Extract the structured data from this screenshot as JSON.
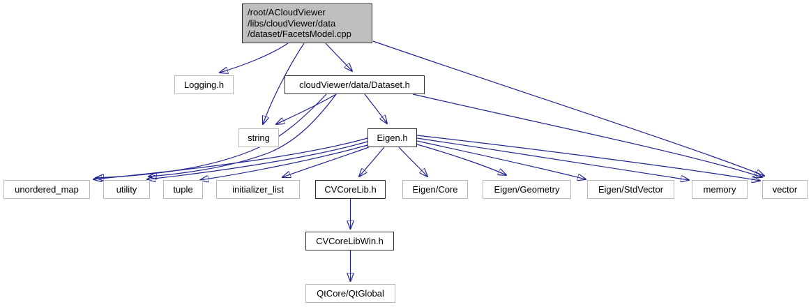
{
  "diagram": {
    "type": "include-dependency-graph",
    "description": "Doxygen include graph for /root/ACloudViewer/libs/cloudViewer/data/dataset/FacetsModel.cpp"
  },
  "colors": {
    "edge": "#1f2390",
    "root_node_fill": "#bfbfbf",
    "linked_node_border": "#2e2e2e",
    "plain_node_border": "#b9b9b9",
    "node_fill": "#ffffff",
    "text": "#000000"
  },
  "nodes": {
    "root": {
      "label": "/root/ACloudViewer\n/libs/cloudViewer/data\n/dataset/FacetsModel.cpp"
    },
    "logging": {
      "label": "Logging.h"
    },
    "dataset": {
      "label": "cloudViewer/data/Dataset.h"
    },
    "string": {
      "label": "string"
    },
    "eigen": {
      "label": "Eigen.h"
    },
    "unordered_map": {
      "label": "unordered_map"
    },
    "utility": {
      "label": "utility"
    },
    "tuple": {
      "label": "tuple"
    },
    "initializer_list": {
      "label": "initializer_list"
    },
    "cvcorelib": {
      "label": "CVCoreLib.h"
    },
    "eigen_core": {
      "label": "Eigen/Core"
    },
    "eigen_geometry": {
      "label": "Eigen/Geometry"
    },
    "eigen_stdvector": {
      "label": "Eigen/StdVector"
    },
    "memory": {
      "label": "memory"
    },
    "vector": {
      "label": "vector"
    },
    "cvcorelibwin": {
      "label": "CVCoreLibWin.h"
    },
    "qtglobal": {
      "label": "QtCore/QtGlobal"
    }
  },
  "edges": [
    {
      "from": "root",
      "to": "logging"
    },
    {
      "from": "root",
      "to": "dataset"
    },
    {
      "from": "root",
      "to": "string"
    },
    {
      "from": "root",
      "to": "vector"
    },
    {
      "from": "dataset",
      "to": "string"
    },
    {
      "from": "dataset",
      "to": "eigen"
    },
    {
      "from": "dataset",
      "to": "unordered_map"
    },
    {
      "from": "dataset",
      "to": "utility"
    },
    {
      "from": "dataset",
      "to": "vector"
    },
    {
      "from": "eigen",
      "to": "unordered_map"
    },
    {
      "from": "eigen",
      "to": "utility"
    },
    {
      "from": "eigen",
      "to": "tuple"
    },
    {
      "from": "eigen",
      "to": "initializer_list"
    },
    {
      "from": "eigen",
      "to": "cvcorelib"
    },
    {
      "from": "eigen",
      "to": "eigen_core"
    },
    {
      "from": "eigen",
      "to": "eigen_geometry"
    },
    {
      "from": "eigen",
      "to": "eigen_stdvector"
    },
    {
      "from": "eigen",
      "to": "memory"
    },
    {
      "from": "eigen",
      "to": "vector"
    },
    {
      "from": "cvcorelib",
      "to": "cvcorelibwin"
    },
    {
      "from": "cvcorelibwin",
      "to": "qtglobal"
    }
  ]
}
